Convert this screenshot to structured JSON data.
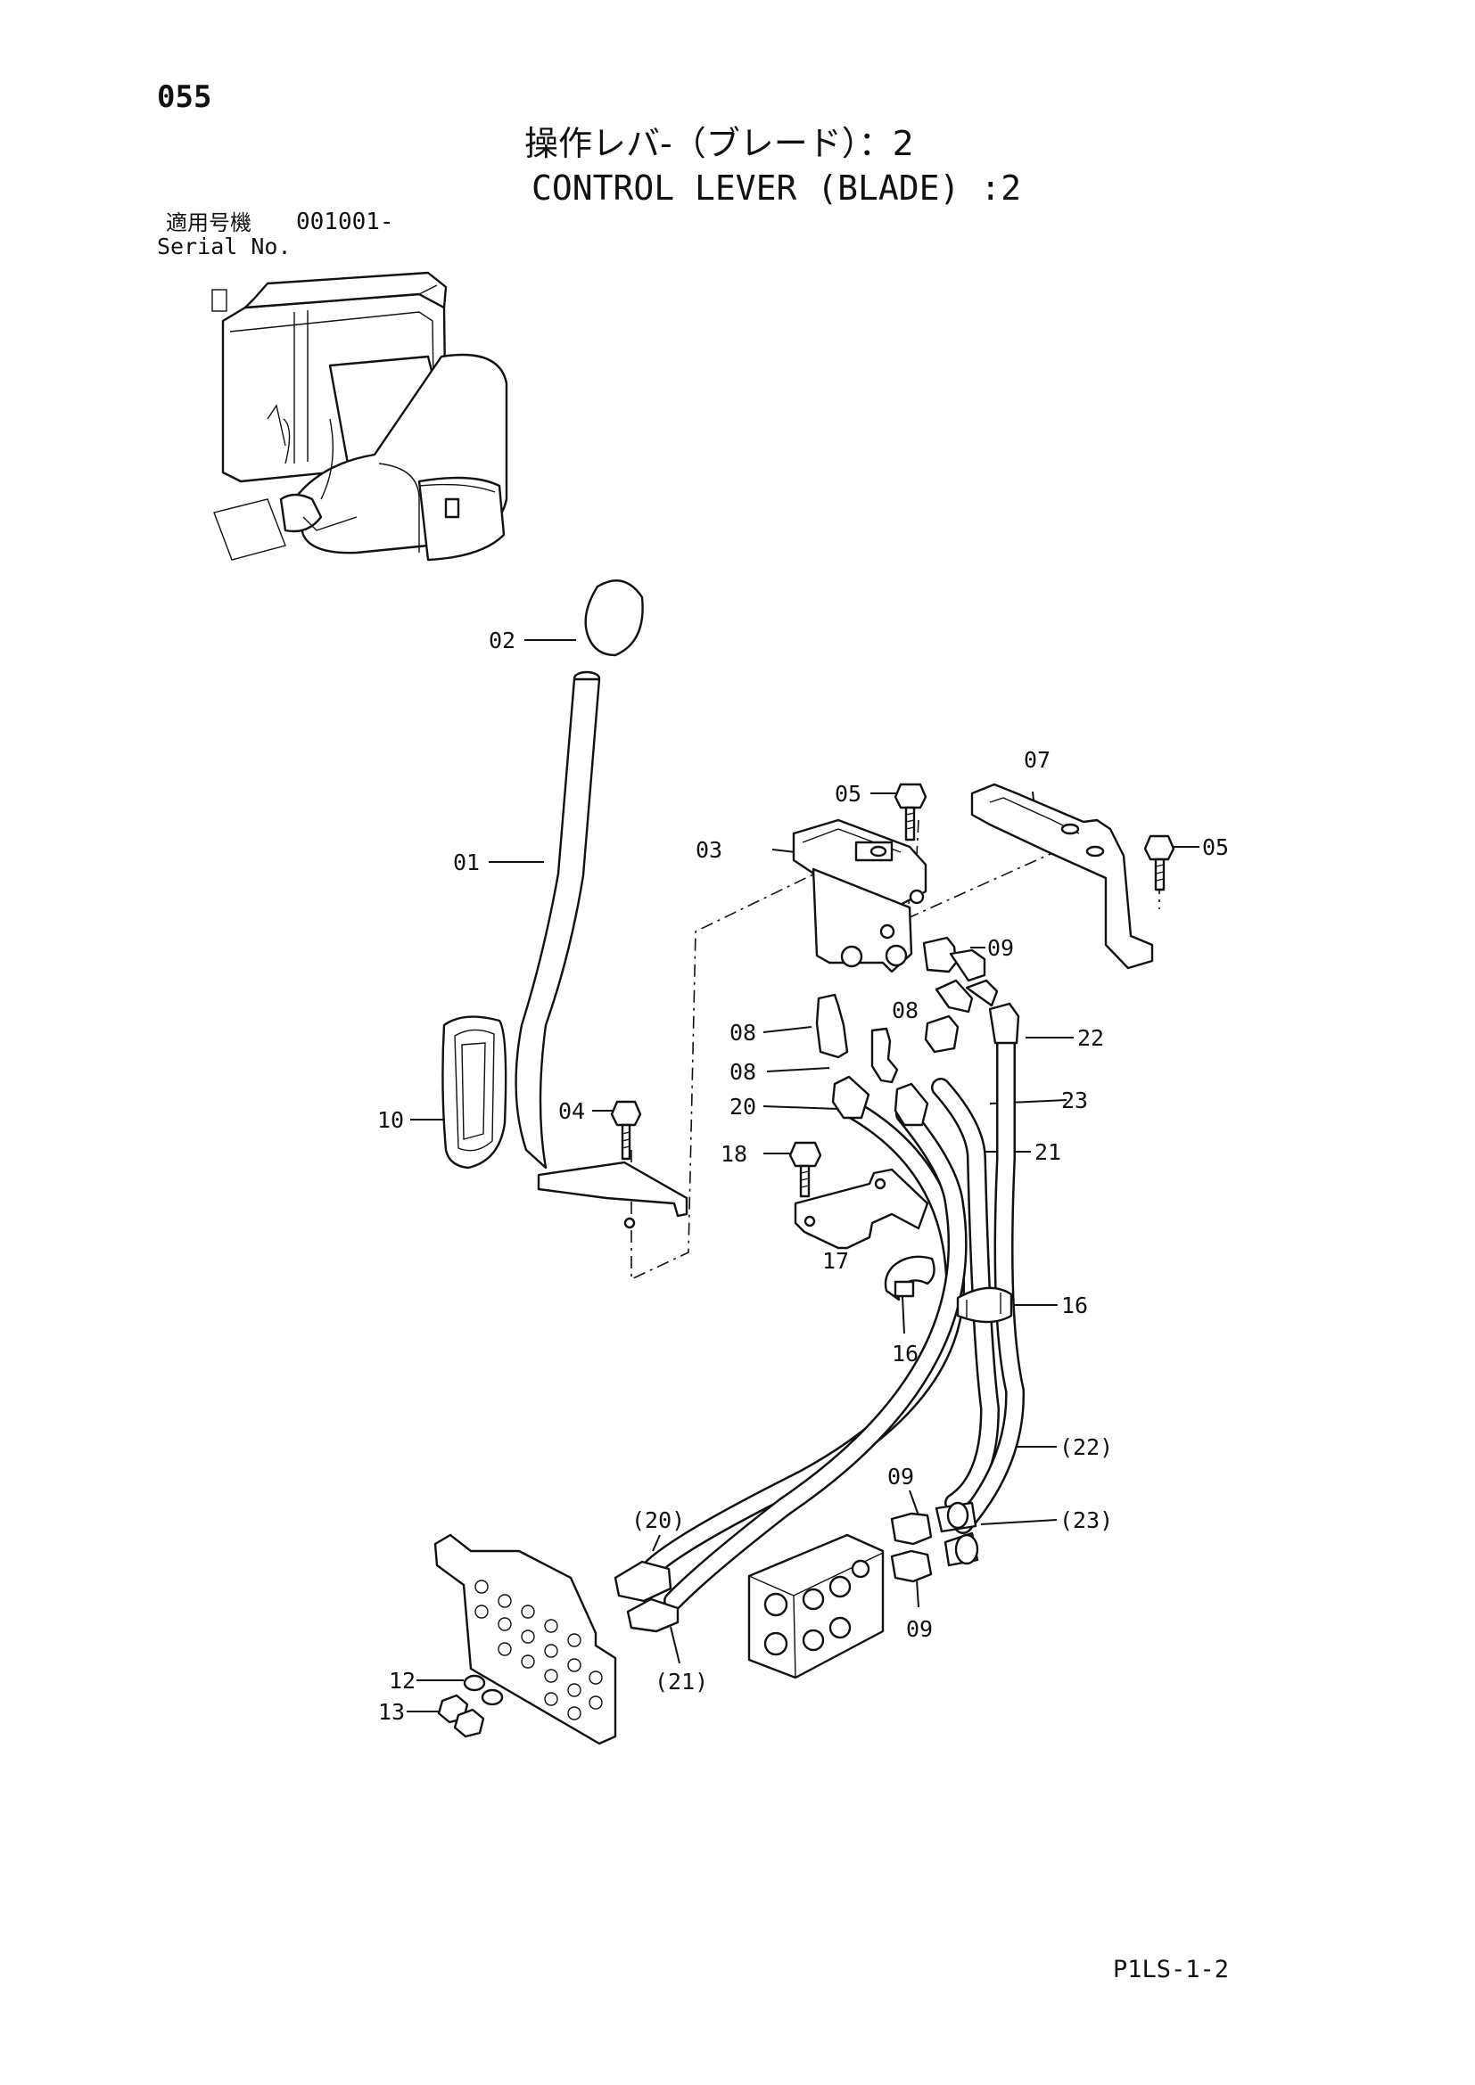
{
  "header": {
    "page_number": "055",
    "title_jp": "操作レバ-（ブレード）：2",
    "title_en": "CONTROL LEVER (BLADE) :2",
    "serial_label_jp": "適用号機",
    "serial_range": "001001-",
    "serial_label_en": "Serial No."
  },
  "diagram": {
    "callouts": [
      {
        "id": "c02",
        "text": "02"
      },
      {
        "id": "c05a",
        "text": "05"
      },
      {
        "id": "c07",
        "text": "07"
      },
      {
        "id": "c05b",
        "text": "05"
      },
      {
        "id": "c03",
        "text": "03"
      },
      {
        "id": "c01",
        "text": "01"
      },
      {
        "id": "c09a",
        "text": "09"
      },
      {
        "id": "c08a",
        "text": "08"
      },
      {
        "id": "c08b",
        "text": "08"
      },
      {
        "id": "c22",
        "text": "22"
      },
      {
        "id": "c08c",
        "text": "08"
      },
      {
        "id": "c04",
        "text": "04"
      },
      {
        "id": "c20",
        "text": "20"
      },
      {
        "id": "c23",
        "text": "23"
      },
      {
        "id": "c10",
        "text": "10"
      },
      {
        "id": "c18",
        "text": "18"
      },
      {
        "id": "c21",
        "text": "21"
      },
      {
        "id": "c17",
        "text": "17"
      },
      {
        "id": "c16a",
        "text": "16"
      },
      {
        "id": "c16b",
        "text": "16"
      },
      {
        "id": "c22p",
        "text": "(22)"
      },
      {
        "id": "c09b",
        "text": "09"
      },
      {
        "id": "c20p",
        "text": "(20)"
      },
      {
        "id": "c23p",
        "text": "(23)"
      },
      {
        "id": "c09c",
        "text": "09"
      },
      {
        "id": "c21p",
        "text": "(21)"
      },
      {
        "id": "c12",
        "text": "12"
      },
      {
        "id": "c13",
        "text": "13"
      }
    ]
  },
  "footer": {
    "doc_code": "P1LS-1-2"
  }
}
